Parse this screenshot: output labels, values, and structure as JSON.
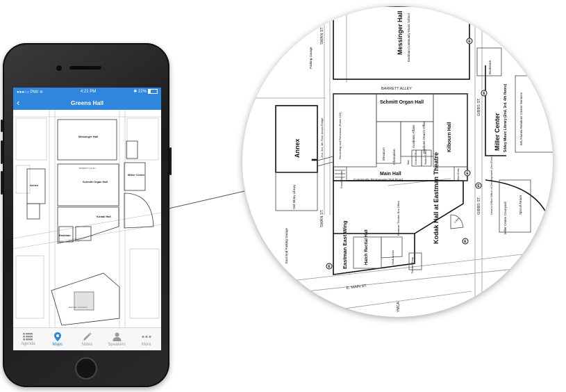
{
  "status_bar": {
    "carrier": "PWI",
    "time": "4:21 PM",
    "battery_pct": "22%"
  },
  "nav": {
    "back_glyph": "‹",
    "title": "Greens Hall"
  },
  "tabs": [
    {
      "label": "Agenda",
      "icon": "list-icon"
    },
    {
      "label": "Maps",
      "icon": "map-pin-icon"
    },
    {
      "label": "Notes",
      "icon": "pencil-icon"
    },
    {
      "label": "Speakers",
      "icon": "person-icon"
    },
    {
      "label": "More",
      "icon": "ellipsis-icon"
    }
  ],
  "active_tab": "Maps",
  "colors": {
    "brand": "#2f86dd",
    "inactive": "#9a9a9a",
    "line": "#222222"
  },
  "zoom_map": {
    "streets": {
      "swan_top": "SWAN ST.",
      "swan_bottom": "SWAN ST.",
      "barrett": "BARRETT ALLEY",
      "gibbs_top": "GIBBS ST.",
      "gibbs_bottom": "GIBBS ST.",
      "main": "E. MAIN ST."
    },
    "buildings": {
      "messinger": "Messinger Hall",
      "messinger_sub": "Eastman Community Music School",
      "parking_top": "Parking Garage",
      "annex": "Annex",
      "annex_bridge": "2nd, 3rd, 4th Floor Annex Bridge",
      "old_sibley": "Old Sibley Library",
      "recording": "Recording and Rehearsal (Room 120)",
      "schmitt": "Schmitt Organ Hall",
      "elevators": "Elevators",
      "information": "Information",
      "academic": "Academic Affairs",
      "graduate": "Graduate Dean's Office",
      "kilbourn": "Kilbourn Hall",
      "stair": "Stair",
      "central_office": "Central Office",
      "student_office": "Student Office",
      "grand_staircase": "Grand Staircase",
      "main_hall": "Main Hall",
      "promenade": "Comminsky Promenade (2nd Floor)",
      "main_entry": "Main Entry",
      "bookstore": "Bookstore",
      "miller": "Miller Center",
      "sibley_music": "Sibley Music Library (2nd, 3rd, 4th floors)",
      "iml_alumni": "IML/Alumni Relations Career Services",
      "deans_office": "Dean's Office Office of Development (2nd Floor)",
      "miller_courtyard": "Miller Center Courtyard",
      "sproull": "Sproull Atrium",
      "kodak": "Kodak Hall at Eastman Theatre",
      "eastman_box": "Eastman Theatre Box Office",
      "lobby": "Lobby",
      "east_end": "East End Parking Garage",
      "east_wing": "Eastman East Wing",
      "hatch": "Hatch Recital Hall",
      "ye_annex": "Walk Annex",
      "theatre_shop": "Theatre Shop",
      "ymca": "YMCA"
    },
    "entrance_marker": "E"
  }
}
